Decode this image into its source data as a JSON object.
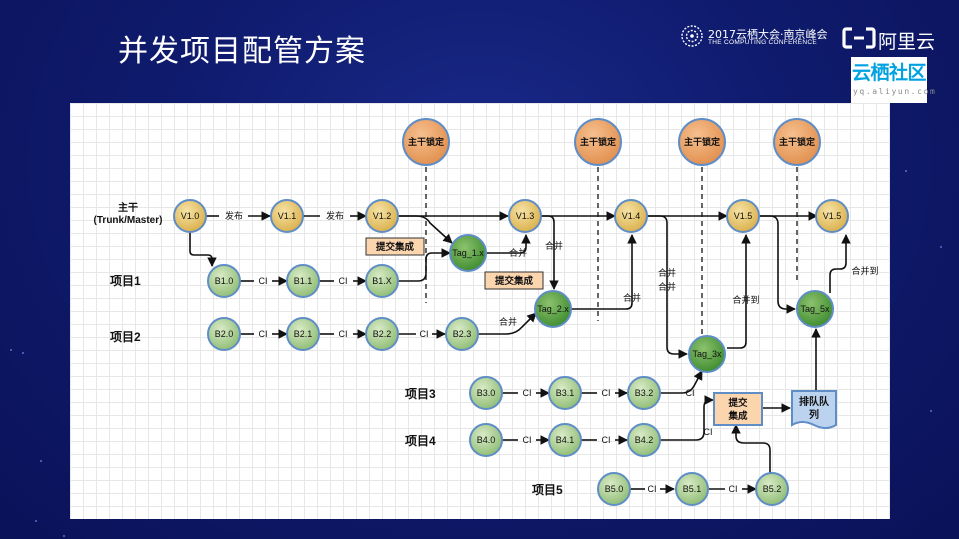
{
  "title": "并发项目配管方案",
  "conference": {
    "main": "2017云栖大会·南京峰会",
    "sub": "THE COMPUTING CONFERENCE",
    "brand": "阿里云"
  },
  "community": {
    "title": "云栖社区",
    "url": "yq.aliyun.com"
  },
  "diagram": {
    "trunk_label": "主干",
    "trunk_sub": "(Trunk/Master)",
    "row_labels": [
      "项目1",
      "项目2",
      "项目3",
      "项目4",
      "项目5"
    ],
    "lock_label": "主干锁定",
    "trunk_versions": [
      "V1.0",
      "V1.1",
      "V1.2",
      "V1.3",
      "V1.4",
      "V1.5",
      "V1.5"
    ],
    "project1": [
      "B1.0",
      "B1.1",
      "B1.X"
    ],
    "project2": [
      "B2.0",
      "B2.1",
      "B2.2",
      "B2.3"
    ],
    "project3": [
      "B3.0",
      "B3.1",
      "B3.2"
    ],
    "project4": [
      "B4.0",
      "B4.1",
      "B4.2"
    ],
    "project5": [
      "B5.0",
      "B5.1",
      "B5.2"
    ],
    "tags": [
      "Tag_1.x",
      "Tag_2.x",
      "Tag_3x",
      "Tag_5x"
    ],
    "edge_labels": {
      "release": "发布",
      "ci": "CI",
      "merge": "合并",
      "merge_to": "合并到",
      "submit_integrate": "提交集成",
      "submit": "提交",
      "integrate": "集成"
    },
    "queue": [
      "排队队",
      "列"
    ],
    "colors": {
      "trunk": "#e6c66a",
      "branch": "#a7c98e",
      "tag": "#4f9a3a",
      "lock": "#e9a46b",
      "node_border": "#5f8dc6",
      "box": "#fbd5ae",
      "queue": "#bcd3ef"
    }
  }
}
